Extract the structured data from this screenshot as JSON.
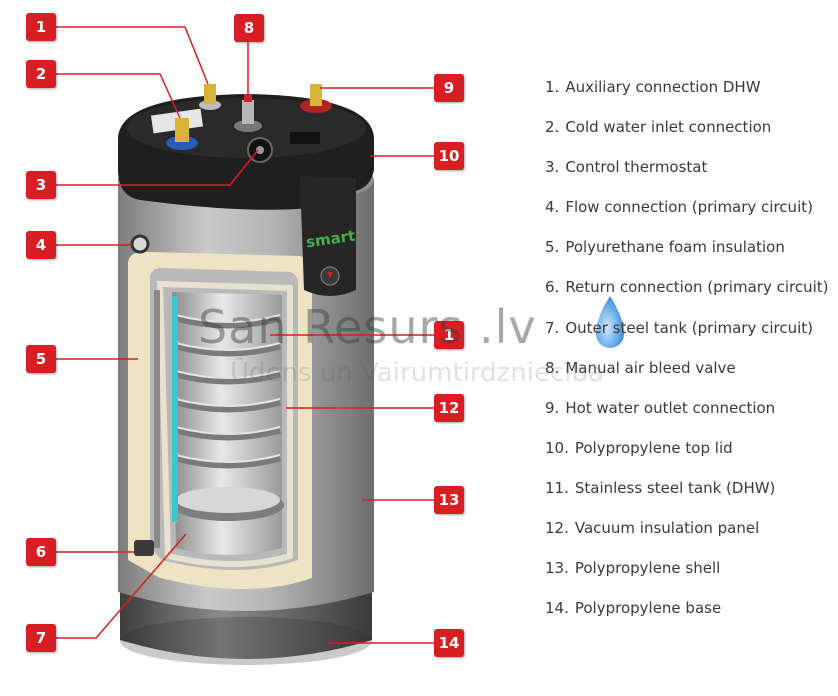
{
  "watermark": {
    "main": "San Resurs .lv",
    "sub": "Ūdens un Vairumtirdzniecība"
  },
  "product_logo": "smart",
  "badges": [
    "1",
    "8",
    "2",
    "9",
    "10",
    "3",
    "4",
    "5",
    "1",
    "12",
    "13",
    "6",
    "7",
    "14"
  ],
  "legend": [
    {
      "num": "1.",
      "text": "Auxiliary connection DHW"
    },
    {
      "num": "2.",
      "text": "Cold water inlet connection"
    },
    {
      "num": "3.",
      "text": "Control thermostat"
    },
    {
      "num": "4.",
      "text": "Flow connection (primary circuit)"
    },
    {
      "num": "5.",
      "text": "Polyurethane foam insulation"
    },
    {
      "num": "6.",
      "text": "Return connection (primary circuit)"
    },
    {
      "num": "7.",
      "text": "Outer steel tank (primary circuit)"
    },
    {
      "num": "8.",
      "text": "Manual air bleed valve"
    },
    {
      "num": "9.",
      "text": "Hot water outlet connection"
    },
    {
      "num": "10.",
      "text": "Polypropylene top lid"
    },
    {
      "num": "11.",
      "text": "Stainless steel tank (DHW)"
    },
    {
      "num": "12.",
      "text": "Vacuum insulation panel"
    },
    {
      "num": "13.",
      "text": "Polypropylene shell"
    },
    {
      "num": "14.",
      "text": "Polypropylene base"
    }
  ],
  "colors": {
    "badge": "#d81e22",
    "legend_text": "#3a3a3a",
    "shell": "#a9a9a9",
    "lid": "#1c1c1c",
    "foam": "#efe3c4",
    "coil_pipe": "#3cc6c8"
  }
}
